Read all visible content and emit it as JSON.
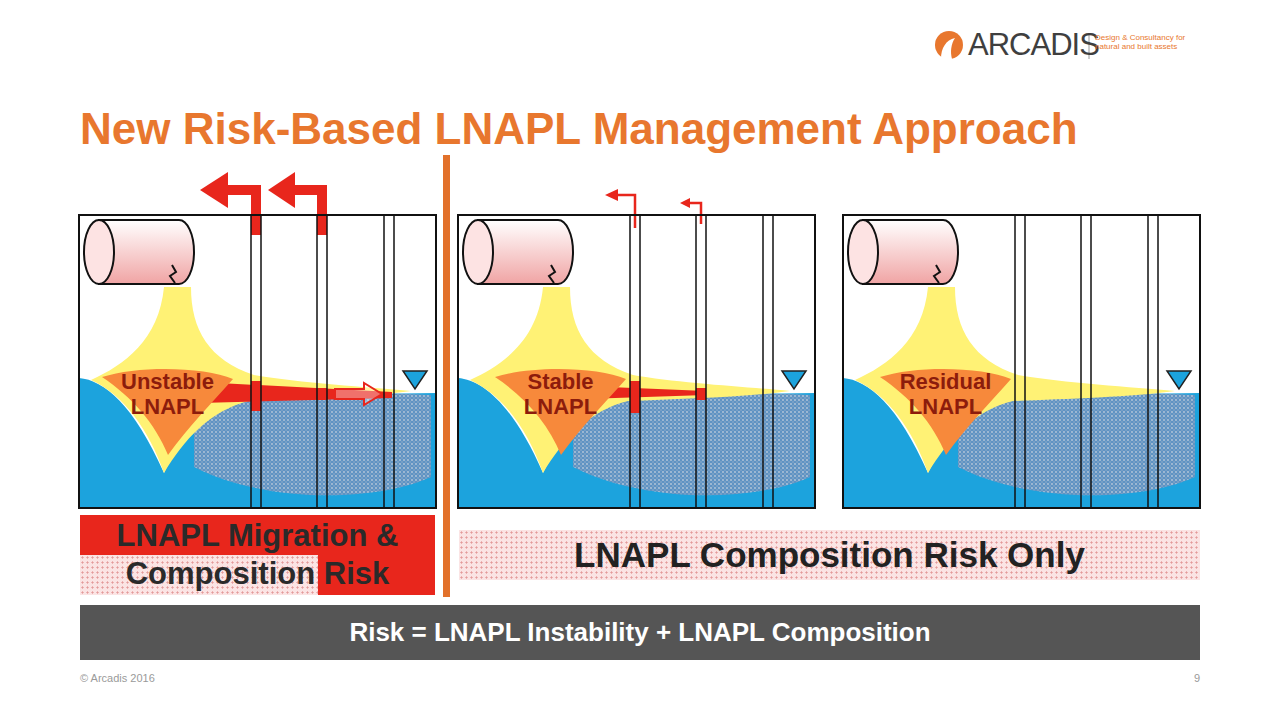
{
  "diagram": {
    "title": "New Risk-Based LNAPL Management Approach",
    "nodes": [
      {
        "text": [
          "Unstable LNAPL"
        ]
      },
      {
        "text": [
          "Stable LNAPL"
        ]
      },
      {
        "text": [
          "Residual LNAPL"
        ]
      },
      {
        "text": [
          "LNAPL Migration & Composition Risk"
        ]
      },
      {
        "text": [
          "LNAPL Composition Risk Only"
        ]
      },
      {
        "text": [
          "Risk = LNAPL Instability + LNAPL Composition"
        ]
      }
    ],
    "labels": [
      "ARCADIS",
      "Design & Consultancy for natural and built assets",
      "© Arcadis 2016",
      "9"
    ]
  }
}
